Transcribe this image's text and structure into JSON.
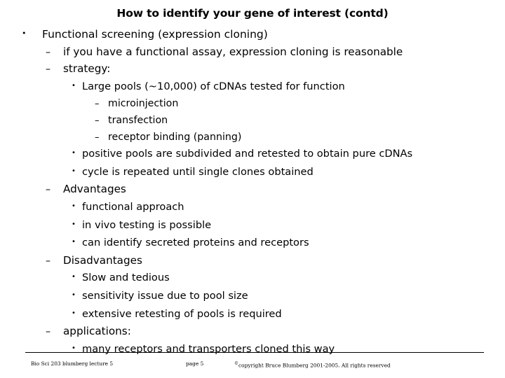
{
  "slide": {
    "title": "How to identify your gene of interest (contd)",
    "background_color": "#ffffff",
    "text_color": "#000000",
    "page_label": "page 5",
    "outline": [
      {
        "level": 1,
        "marker": "•",
        "text": "Functional screening (expression cloning)"
      },
      {
        "level": 2,
        "marker": "–",
        "text": "if you have a functional assay, expression cloning is reasonable"
      },
      {
        "level": 2,
        "marker": "–",
        "text": "strategy:"
      },
      {
        "level": 3,
        "marker": "•",
        "text": "Large pools (~10,000) of cDNAs tested for function"
      },
      {
        "level": 4,
        "marker": "–",
        "text": "microinjection"
      },
      {
        "level": 4,
        "marker": "–",
        "text": "transfection"
      },
      {
        "level": 4,
        "marker": "–",
        "text": "receptor binding (panning)"
      },
      {
        "level": 3,
        "marker": "•",
        "text": "positive pools are subdivided and retested to obtain pure cDNAs"
      },
      {
        "level": 3,
        "marker": "•",
        "text": "cycle is repeated until single clones obtained"
      },
      {
        "level": 2,
        "marker": "–",
        "text": "Advantages"
      },
      {
        "level": 3,
        "marker": "•",
        "text": "functional approach"
      },
      {
        "level": 3,
        "marker": "•",
        "text": "in vivo testing is possible"
      },
      {
        "level": 3,
        "marker": "•",
        "text": "can identify secreted proteins and receptors"
      },
      {
        "level": 2,
        "marker": "–",
        "text": "Disadvantages"
      },
      {
        "level": 3,
        "marker": "•",
        "text": "Slow and tedious"
      },
      {
        "level": 3,
        "marker": "•",
        "text": "sensitivity issue due to pool size"
      },
      {
        "level": 3,
        "marker": "•",
        "text": "extensive retesting of pools is required"
      },
      {
        "level": 2,
        "marker": "–",
        "text": "applications:"
      },
      {
        "level": 3,
        "marker": "•",
        "text": "many receptors and transporters cloned this way"
      }
    ]
  },
  "footer": {
    "left": "Bio Sci 203 blumberg lecture 5",
    "center": "page 5",
    "copyright_mark": "©",
    "right": "copyright Bruce Blumberg 2001-2005. All rights reserved"
  }
}
